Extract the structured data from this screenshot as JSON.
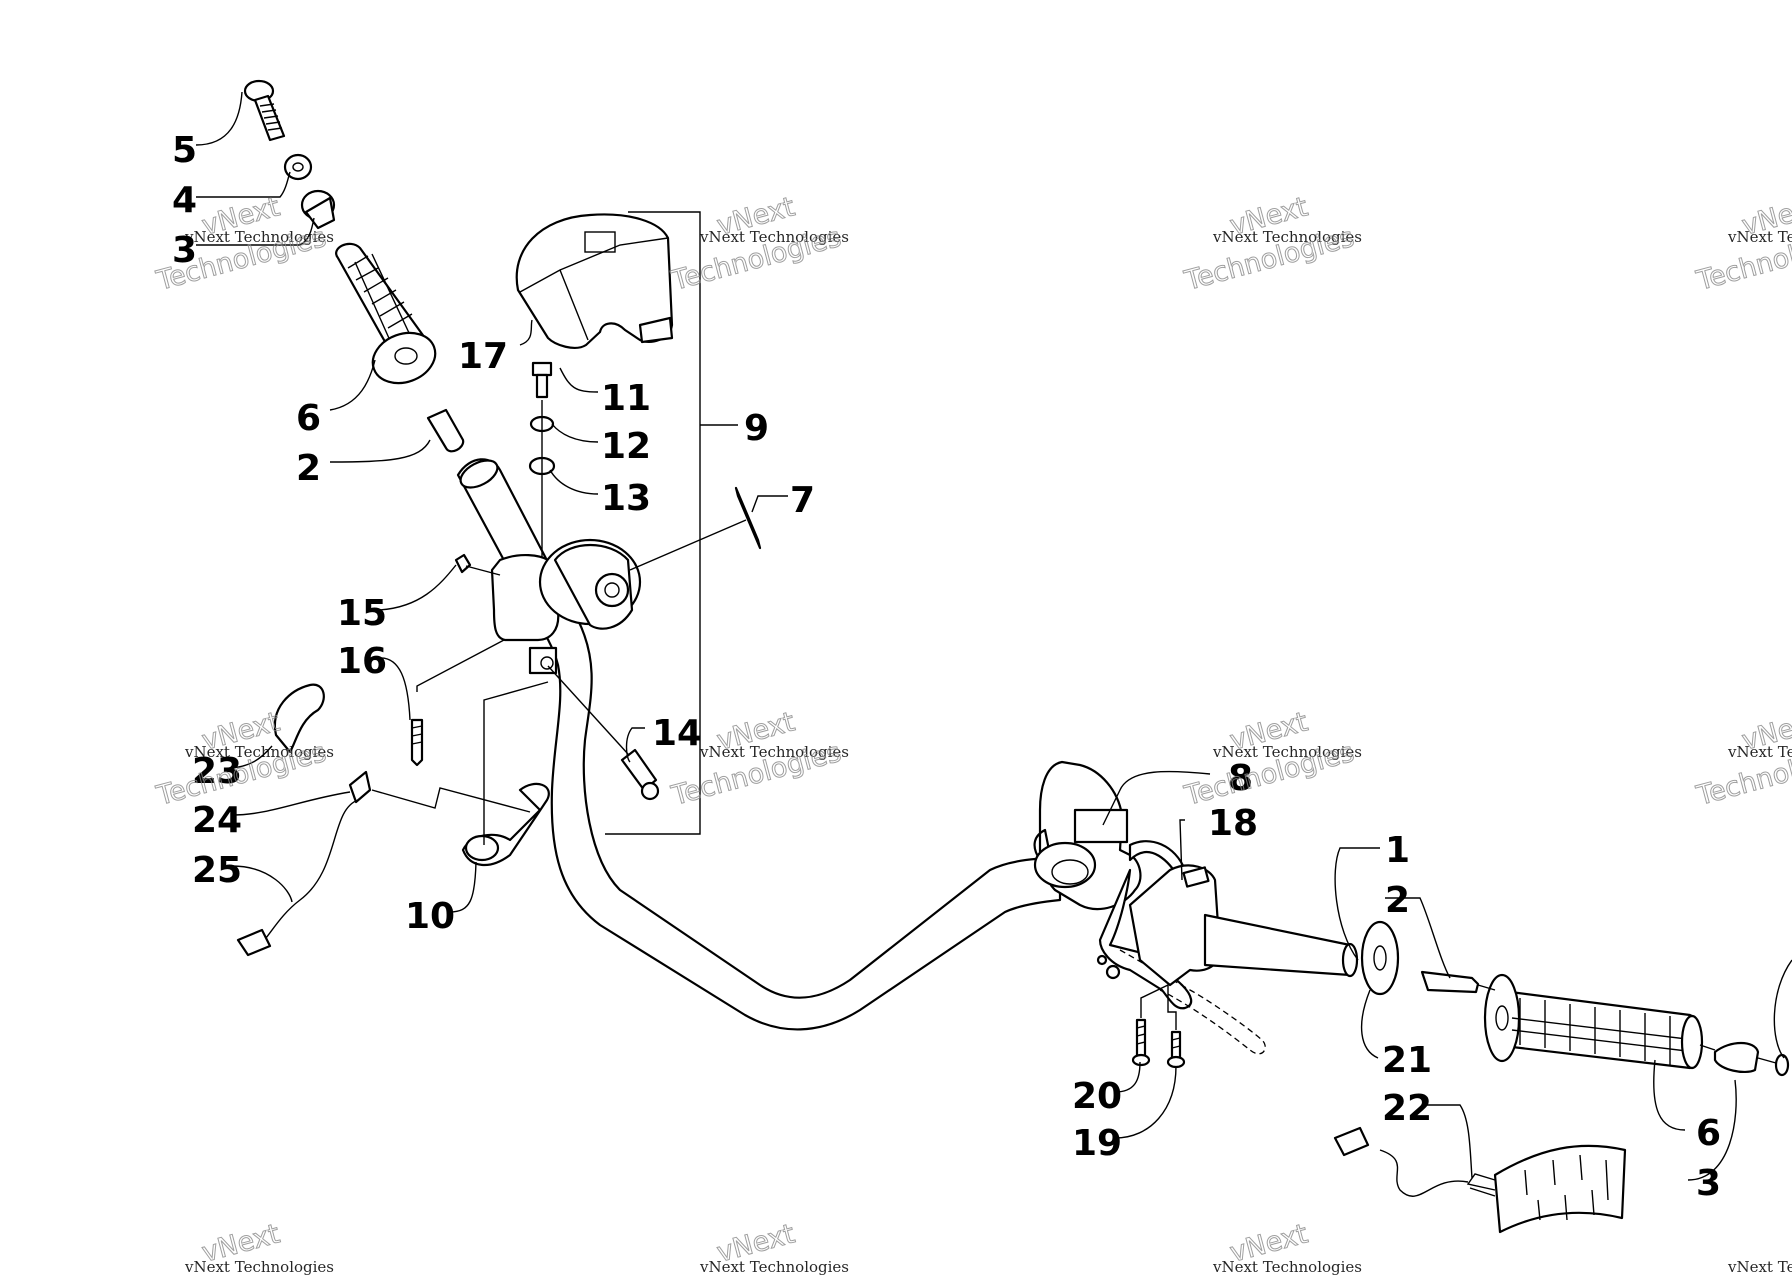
{
  "callouts": {
    "c5": "5",
    "c4": "4",
    "c3a": "3",
    "c17": "17",
    "c11": "11",
    "c12": "12",
    "c9": "9",
    "c6a": "6",
    "c2a": "2",
    "c13": "13",
    "c7": "7",
    "c15": "15",
    "c16": "16",
    "c14": "14",
    "c23": "23",
    "c24": "24",
    "c25": "25",
    "c10": "10",
    "c8": "8",
    "c18": "18",
    "c1": "1",
    "c2b": "2",
    "c21": "21",
    "c20": "20",
    "c19": "19",
    "c22": "22",
    "c6b": "6",
    "c3b": "3"
  },
  "watermark": {
    "company": "vNext Technologies",
    "line_a": "vNext",
    "line_b": "Technologies"
  }
}
